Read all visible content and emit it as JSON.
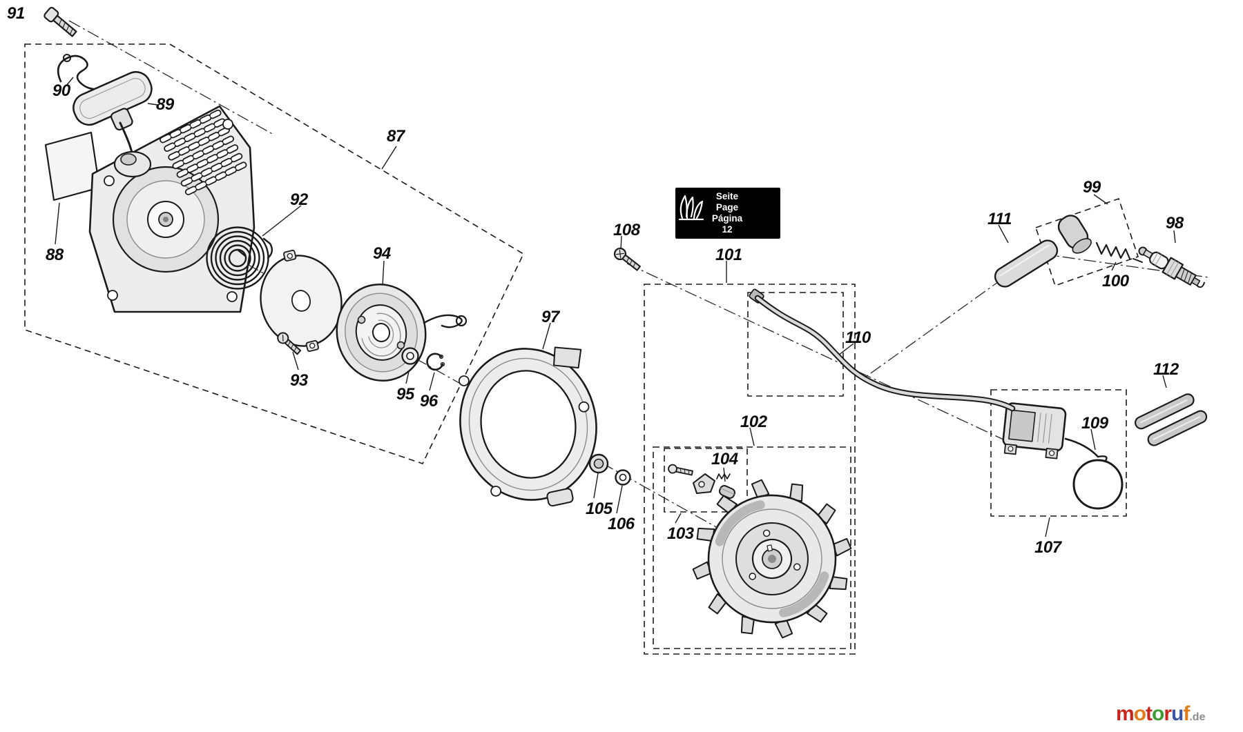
{
  "diagram": {
    "parts": {
      "p87": "87",
      "p88": "88",
      "p89": "89",
      "p90": "90",
      "p91": "91",
      "p92": "92",
      "p93": "93",
      "p94": "94",
      "p95": "95",
      "p96": "96",
      "p97": "97",
      "p98": "98",
      "p99": "99",
      "p100": "100",
      "p101": "101",
      "p102": "102",
      "p103": "103",
      "p104": "104",
      "p105": "105",
      "p106": "106",
      "p107": "107",
      "p108": "108",
      "p109": "109",
      "p110": "110",
      "p111": "111",
      "p112": "112"
    }
  },
  "badge": {
    "line1": "Seite",
    "line2": "Page",
    "line3": "Página",
    "line4": "12",
    "bg": "#000000",
    "fg": "#ffffff"
  },
  "logo": {
    "letters": [
      {
        "ch": "m",
        "style": "color:#c9251c"
      },
      {
        "ch": "o",
        "style": "color:#e07b1a"
      },
      {
        "ch": "t",
        "style": "color:#c9251c"
      },
      {
        "ch": "o",
        "style": "color:#3f9c35"
      },
      {
        "ch": "r",
        "style": "color:#c9251c"
      },
      {
        "ch": "u",
        "style": "color:#3d55a5"
      },
      {
        "ch": "f",
        "style": "color:#e07b1a"
      }
    ],
    "suffix": ".de",
    "suffix_style": "color:#8c8c8c"
  }
}
